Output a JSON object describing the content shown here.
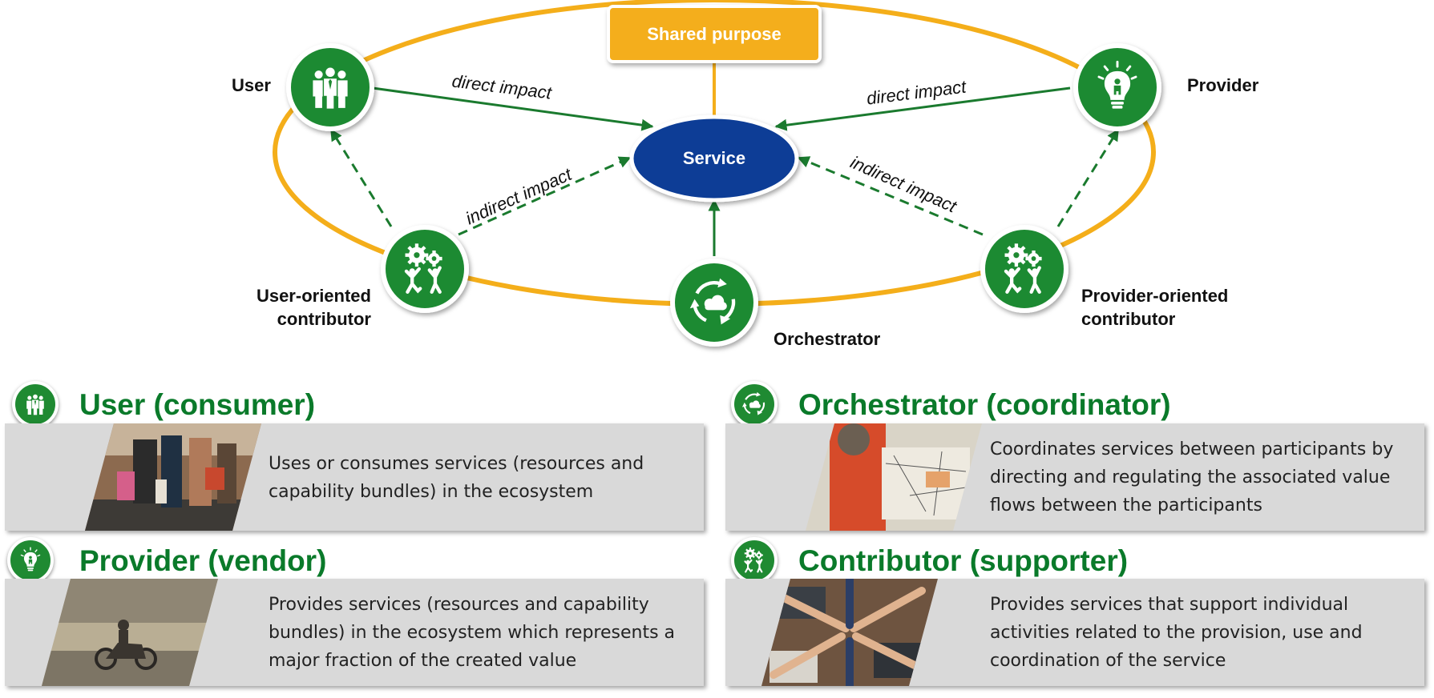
{
  "diagram": {
    "shared_purpose": "Shared purpose",
    "service": "Service",
    "nodes": {
      "user": "User",
      "provider": "Provider",
      "orchestrator": "Orchestrator",
      "user_contributor_line1": "User-oriented",
      "user_contributor_line2": "contributor",
      "provider_contributor_line1": "Provider-oriented",
      "provider_contributor_line2": "contributor"
    },
    "edges": {
      "user_direct": "direct impact",
      "provider_direct": "direct impact",
      "user_indirect": "indirect impact",
      "provider_indirect": "indirect impact"
    },
    "colors": {
      "ring": "#f4ae1a",
      "service": "#0b3c96",
      "node": "#1f8a32",
      "arrow": "#1a7a2e",
      "title": "#0a7a2a",
      "card": "#d9d9d9"
    }
  },
  "roles": {
    "user": {
      "title": "User (consumer)",
      "description": "Uses or consumes services (resources and capability bundles) in the ecosystem",
      "icon": "people-icon",
      "photo": "shopping-photo"
    },
    "orchestrator": {
      "title": "Orchestrator (coordinator)",
      "description": "Coordinates services between participants by directing and regulating the associated value flows between the participants",
      "icon": "cloud-cycle-icon",
      "photo": "planning-photo"
    },
    "provider": {
      "title": "Provider (vendor)",
      "description": "Provides services (resources and capability bundles) in the ecosystem which represents a major fraction of the created value",
      "icon": "lightbulb-icon",
      "photo": "scooter-photo"
    },
    "contributor": {
      "title": "Contributor (supporter)",
      "description": "Provides services that support individual activities related to the provision, use and coordination of the service",
      "icon": "gears-people-icon",
      "photo": "teamwork-photo"
    }
  }
}
